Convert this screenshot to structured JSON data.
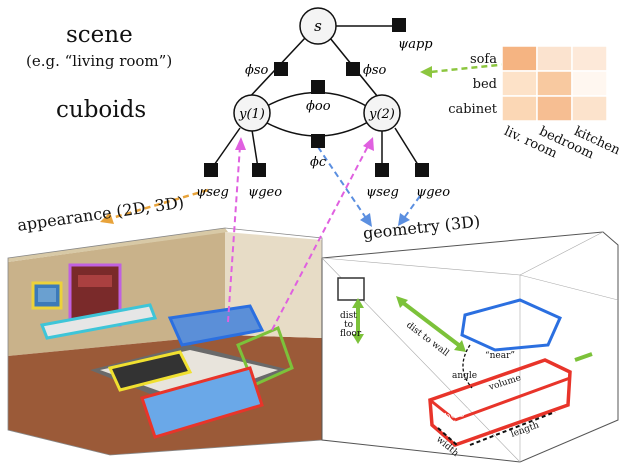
{
  "title": {
    "scene": "scene",
    "scene_example": "(e.g. “living room”)",
    "cuboids": "cuboids"
  },
  "nodes": {
    "scene_node": "s",
    "cuboid_1": "y(1)",
    "cuboid_2": "y(2)"
  },
  "factors": {
    "psi_app": "ψapp",
    "phi_so_left": "ϕso",
    "phi_so_right": "ϕso",
    "phi_oo": "ϕoo",
    "phi_c": "ϕc",
    "psi_seg_1": "ψseg",
    "psi_geo_1": "ψgeo",
    "psi_seg_2": "ψseg",
    "psi_geo_2": "ψgeo"
  },
  "table": {
    "rows": [
      "sofa",
      "bed",
      "cabinet"
    ],
    "cols": [
      "liv. room",
      "bedroom",
      "kitchen"
    ],
    "cell_colors": [
      [
        "#f5b482",
        "#fbe3cf",
        "#fde9d9"
      ],
      [
        "#fde2c8",
        "#f8c9a0",
        "#fff7f0"
      ],
      [
        "#fbd7b5",
        "#f6be92",
        "#fce3cc"
      ]
    ]
  },
  "panels": {
    "appearance_label": "appearance (2D, 3D)",
    "geometry_label": "geometry (3D)"
  },
  "geometry_annotations": {
    "dist_floor": [
      "dist",
      "to",
      "floor"
    ],
    "dist_wall": "dist to wall",
    "near": "“near”",
    "angle": "angle",
    "volume": "volume",
    "height": "height",
    "width": "width",
    "length": "length"
  },
  "colors": {
    "orange_arrow": "#e8a33a",
    "magenta_arrow": "#e060e0",
    "blue_arrow": "#5b8fe0",
    "green_arrow": "#8cc63f",
    "cuboid_red": "#e8342a",
    "cuboid_blue": "#2b6fe0",
    "cuboid_green": "#7cc23a",
    "cuboid_cyan": "#3ec5d8",
    "cuboid_yellow": "#f0e030",
    "cuboid_purple": "#c060e0"
  }
}
